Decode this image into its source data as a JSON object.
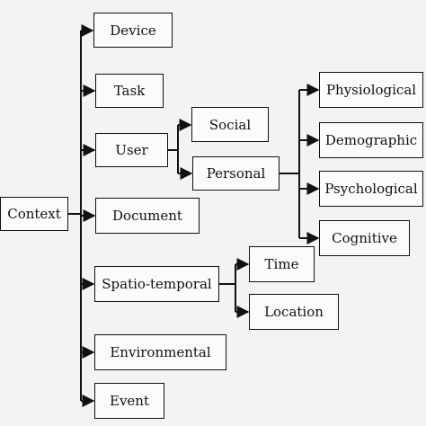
{
  "diagram": {
    "root": "Context",
    "nodes": {
      "context": "Context",
      "device": "Device",
      "task": "Task",
      "user": "User",
      "document": "Document",
      "spatio_temporal": "Spatio-temporal",
      "environmental": "Environmental",
      "event": "Event",
      "social": "Social",
      "personal": "Personal",
      "physiological": "Physiological",
      "demographic": "Demographic",
      "psychological": "Psychological",
      "cognitive": "Cognitive",
      "time": "Time",
      "location": "Location"
    },
    "edges": [
      [
        "Context",
        "Device"
      ],
      [
        "Context",
        "Task"
      ],
      [
        "Context",
        "User"
      ],
      [
        "Context",
        "Document"
      ],
      [
        "Context",
        "Spatio-temporal"
      ],
      [
        "Context",
        "Environmental"
      ],
      [
        "Context",
        "Event"
      ],
      [
        "User",
        "Social"
      ],
      [
        "User",
        "Personal"
      ],
      [
        "Personal",
        "Physiological"
      ],
      [
        "Personal",
        "Demographic"
      ],
      [
        "Personal",
        "Psychological"
      ],
      [
        "Personal",
        "Cognitive"
      ],
      [
        "Spatio-temporal",
        "Time"
      ],
      [
        "Spatio-temporal",
        "Location"
      ]
    ],
    "colors": {
      "background": "#f3f3f3",
      "box_fill": "#fbfbfb",
      "line": "#111111"
    }
  }
}
